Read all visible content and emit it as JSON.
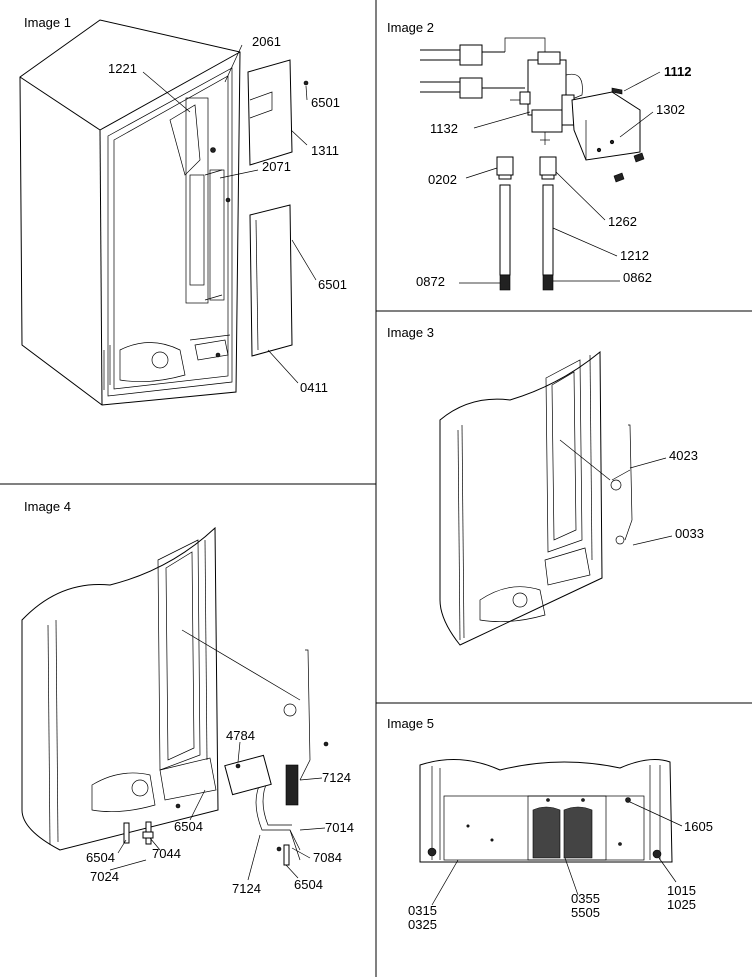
{
  "panels": {
    "p1": {
      "title": "Image 1",
      "labels": [
        "2061",
        "1221",
        "6501",
        "1311",
        "2071",
        "6501",
        "0411"
      ]
    },
    "p2": {
      "title": "Image 2",
      "labels": [
        "1112",
        "1302",
        "1132",
        "0202",
        "1262",
        "1212",
        "0872",
        "0862"
      ]
    },
    "p3": {
      "title": "Image 3",
      "labels": [
        "4023",
        "0033"
      ]
    },
    "p4": {
      "title": "Image 4",
      "labels": [
        "4784",
        "7124",
        "7014",
        "6504",
        "6504",
        "7044",
        "7024",
        "7124",
        "7084",
        "6504"
      ]
    },
    "p5": {
      "title": "Image 5",
      "labels": [
        "1605",
        "0315",
        "0325",
        "0355",
        "5505",
        "1015",
        "1025"
      ]
    }
  }
}
